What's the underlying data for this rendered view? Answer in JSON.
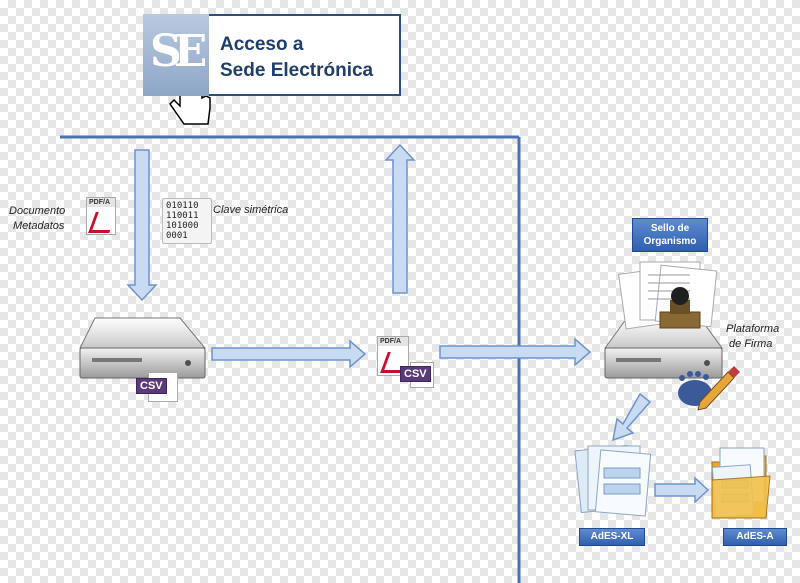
{
  "header": {
    "logo_text": "SE",
    "title_line1": "Acceso a",
    "title_line2": "Sede Electrónica"
  },
  "labels": {
    "documento": "Documento",
    "metadatos": "Metadatos",
    "clave_simetrica": "Clave simétrica",
    "plataforma": "Plataforma",
    "de_firma": "de Firma"
  },
  "binary_lines": [
    "010110",
    "110011",
    "101000",
    "0001"
  ],
  "badges": {
    "sello_line1": "Sello de",
    "sello_line2": "Organismo",
    "ades_xl": "AdES-XL",
    "ades_a": "AdES-A"
  },
  "file_tags": {
    "pdfa": "PDF/A",
    "csv": "CSV"
  },
  "colors": {
    "line": "#4a72b6",
    "arrow_fill": "#c9daf3",
    "arrow_stroke": "#6f93cf",
    "badge": "#3a6bbd"
  }
}
